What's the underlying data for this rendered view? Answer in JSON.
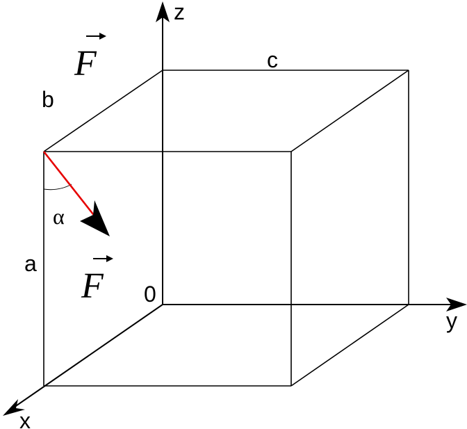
{
  "axes": {
    "x_label": "x",
    "y_label": "y",
    "z_label": "z",
    "origin_label": "0"
  },
  "edges": {
    "a_label": "a",
    "b_label": "b",
    "c_label": "c"
  },
  "force": {
    "symbol": "F",
    "angle_label": "α",
    "color": "#e60000"
  }
}
